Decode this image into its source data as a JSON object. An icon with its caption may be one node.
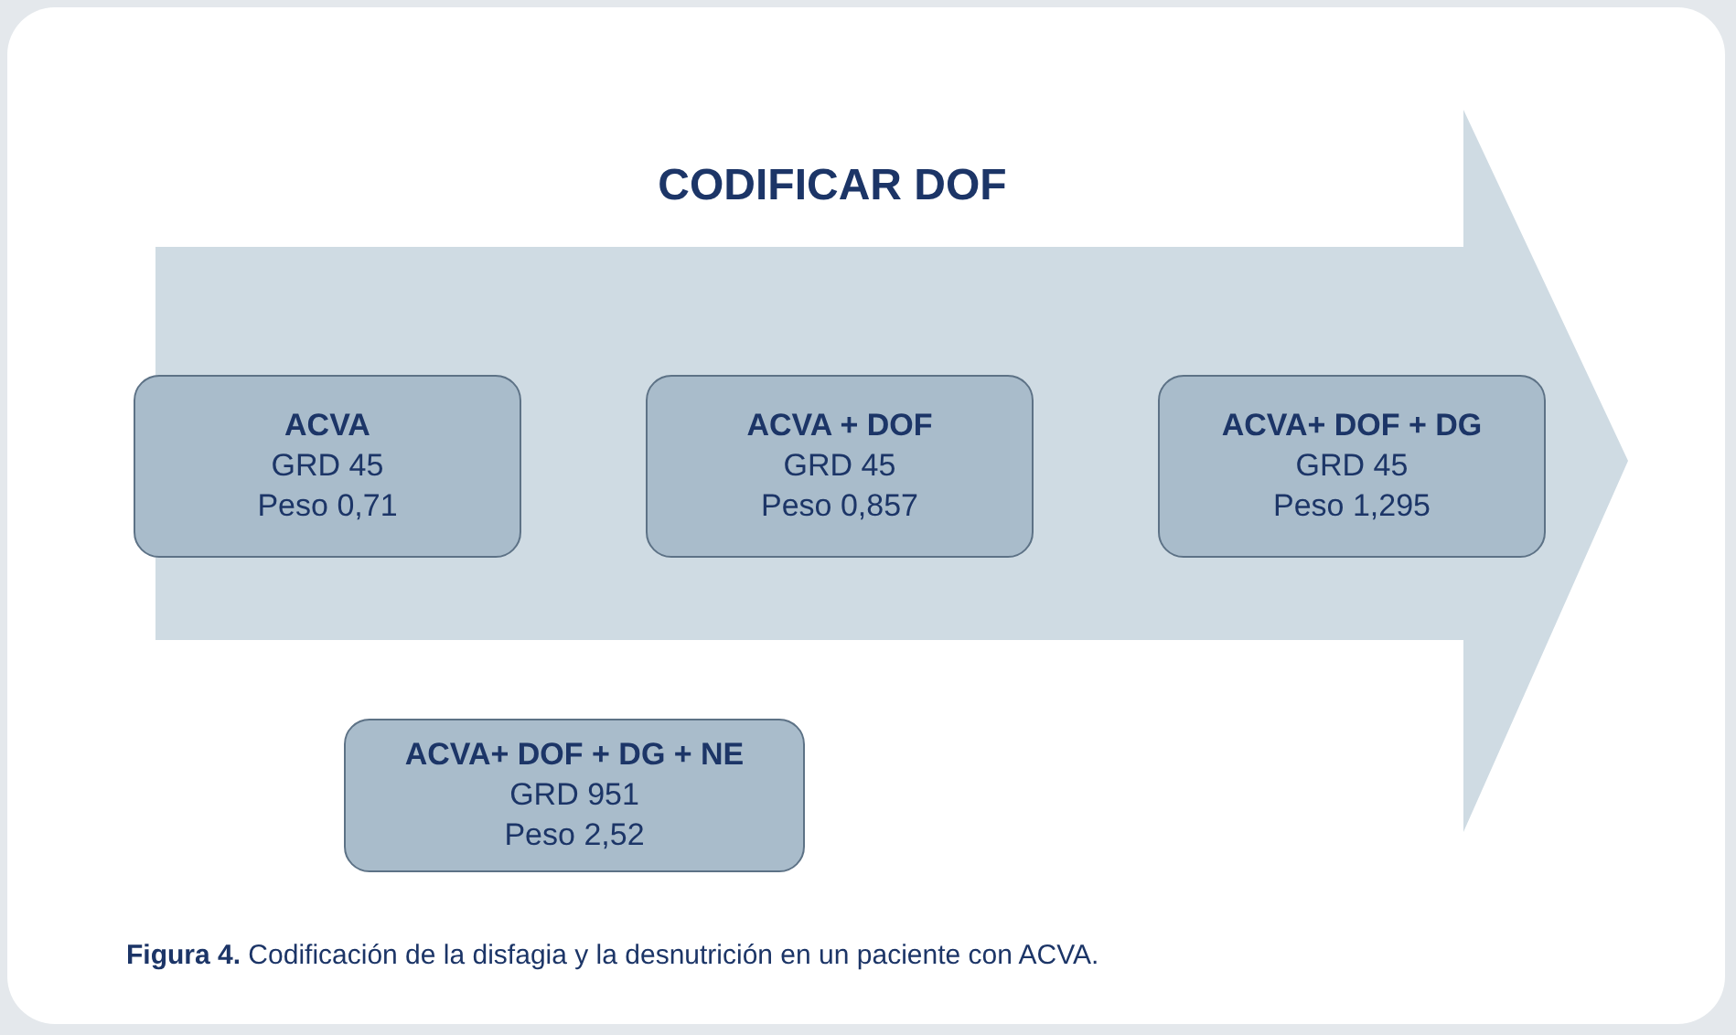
{
  "diagram": {
    "title": "CODIFICAR DOF",
    "caption": "**Figura 4.** Codificación de la disfagia y la desnutrición en un paciente con ACVA.",
    "nodes": [
      {
        "text": [
          "ACVA",
          "GRD 45",
          "Peso 0,71"
        ]
      },
      {
        "text": [
          "ACVA + DOF",
          "GRD 45",
          "Peso 0,857"
        ]
      },
      {
        "text": [
          "ACVA+ DOF + DG",
          "GRD 45",
          "Peso 1,295"
        ]
      },
      {
        "text": [
          "ACVA+ DOF + DG + NE",
          "GRD 951",
          "Peso 2,52"
        ]
      }
    ],
    "edges": []
  }
}
